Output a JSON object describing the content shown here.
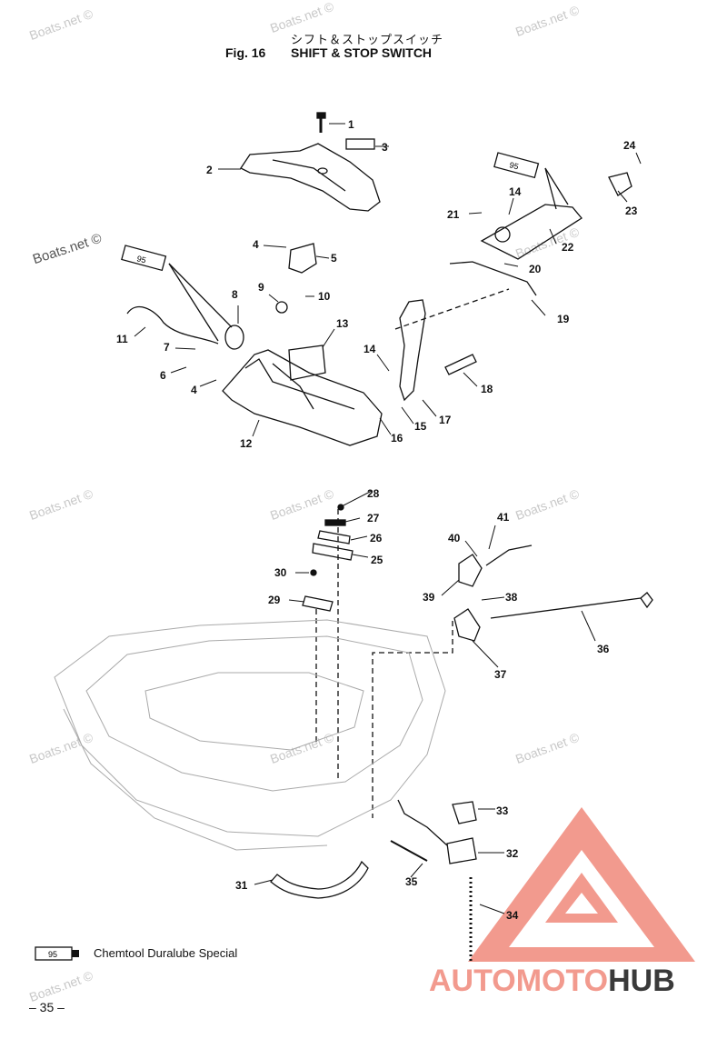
{
  "header": {
    "title_jp": "シフト＆ストップスイッチ",
    "fig_number": "Fig. 16",
    "fig_title": "SHIFT & STOP SWITCH"
  },
  "watermark": "Boats.net ©",
  "callouts": [
    "1",
    "2",
    "3",
    "4",
    "5",
    "6",
    "7",
    "8",
    "9",
    "10",
    "11",
    "12",
    "13",
    "14",
    "15",
    "16",
    "17",
    "18",
    "19",
    "20",
    "21",
    "22",
    "23",
    "24",
    "25",
    "26",
    "27",
    "28",
    "29",
    "30",
    "31",
    "32",
    "33",
    "34",
    "35",
    "36",
    "37",
    "38",
    "39",
    "40",
    "41"
  ],
  "tube_label": "95",
  "legend": {
    "tube_label": "95",
    "text": "Chemtool Duralube Special"
  },
  "page_number": "– 35 –",
  "brand": {
    "part1": "AUTO",
    "part2": "MOTO",
    "part3": "HUB"
  },
  "colors": {
    "brand_accent": "#f29a8e",
    "brand_dark": "#3a3a3a",
    "line": "#111111"
  }
}
